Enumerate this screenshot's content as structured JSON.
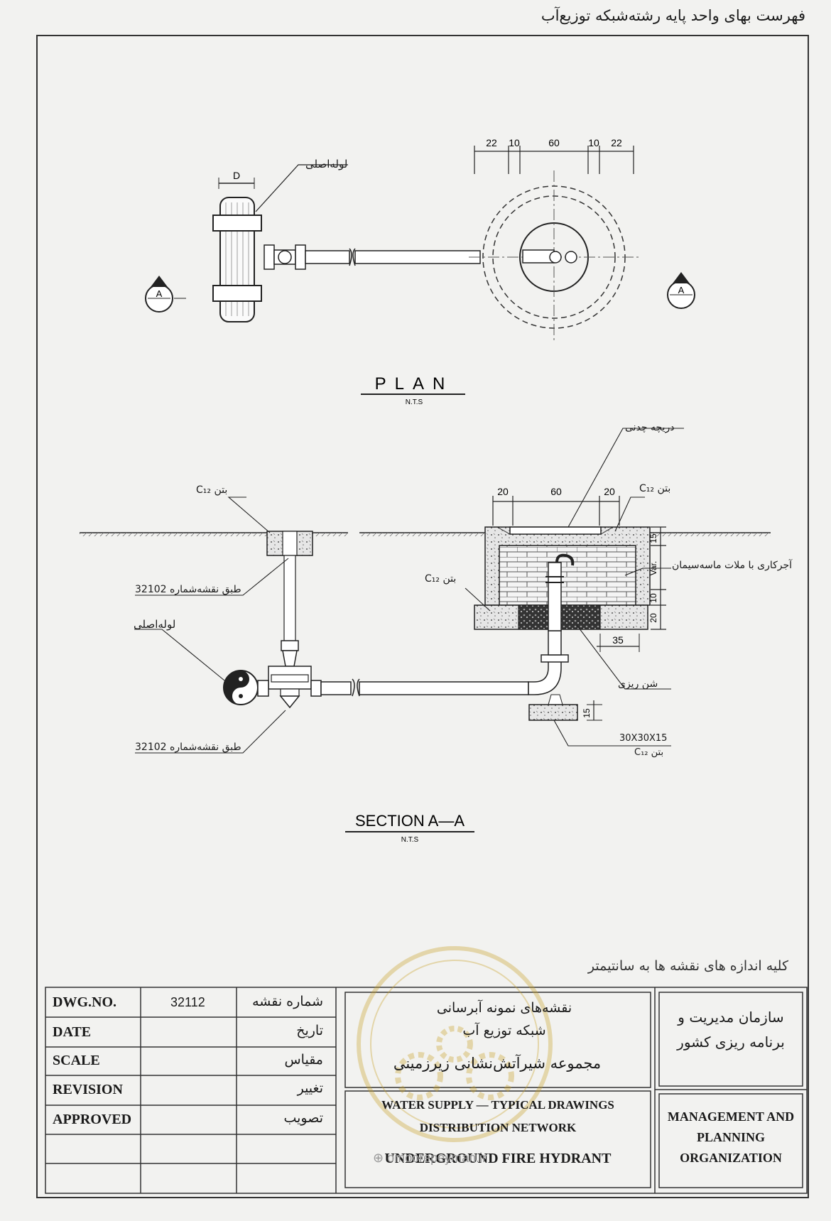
{
  "header": {
    "title": "فهرست بهای واحد پایه رشته‌شبکه توزیع‌آب"
  },
  "plan": {
    "title": "PLAN",
    "scale": "N.T.S",
    "section_marker": "A",
    "dim_top": [
      "22",
      "10",
      "60",
      "10",
      "22"
    ],
    "dim_pipe": "D",
    "label_main_pipe": "لوله‌اصلی"
  },
  "section": {
    "title": "SECTION A—A",
    "scale": "N.T.S",
    "dim_top": [
      "20",
      "60",
      "20"
    ],
    "dim_right": [
      "15",
      "Var.",
      "10",
      "20"
    ],
    "dim_35": "35",
    "dim_15": "15",
    "label_cast_iron_lid": "دریچه چدنی",
    "label_concrete_left": "بتن C₁₂",
    "label_concrete_right": "بتن C₁₂",
    "label_concrete_mid": "بتن C₁₂",
    "label_brickwork": "آجرکاری با ملات ماسه‌سیمان",
    "label_ref_top": "طبق نقشه‌شماره 32102",
    "label_main_pipe": "لوله‌اصلی",
    "label_ref_bottom": "طبق نقشه‌شماره 32102",
    "label_gravel": "شن ریزی",
    "label_block_size": "30X30X15",
    "label_block_concrete": "بتن C₁₂"
  },
  "note": "کلیه اندازه های نقشه ها به سانتیمتر",
  "title_block": {
    "rows": [
      {
        "en": "DWG.NO.",
        "value": "32112",
        "fa": "شماره نقشه"
      },
      {
        "en": "DATE",
        "value": "",
        "fa": "تاریخ"
      },
      {
        "en": "SCALE",
        "value": "",
        "fa": "مقیاس"
      },
      {
        "en": "REVISION",
        "value": "",
        "fa": "تغییر"
      },
      {
        "en": "APPROVED",
        "value": "",
        "fa": "تصویب"
      }
    ],
    "fa_title_1": "نقشه‌های نمونه آبرسانی",
    "fa_title_2": "شبکه توزیع آب",
    "fa_title_3": "مجموعه شیرآتش‌نشانی زیرزمینی",
    "en_title_1": "WATER SUPPLY — TYPICAL DRAWINGS",
    "en_title_2": "DISTRIBUTION NETWORK",
    "en_title_3": "UNDERGROUND FIRE HYDRANT",
    "org_fa_1": "سازمان مدیریت و",
    "org_fa_2": "برنامه ریزی کشور",
    "org_en_1": "MANAGEMENT AND",
    "org_en_2": "PLANNING",
    "org_en_3": "ORGANIZATION"
  },
  "watermark": "omoorepeyman.ir"
}
